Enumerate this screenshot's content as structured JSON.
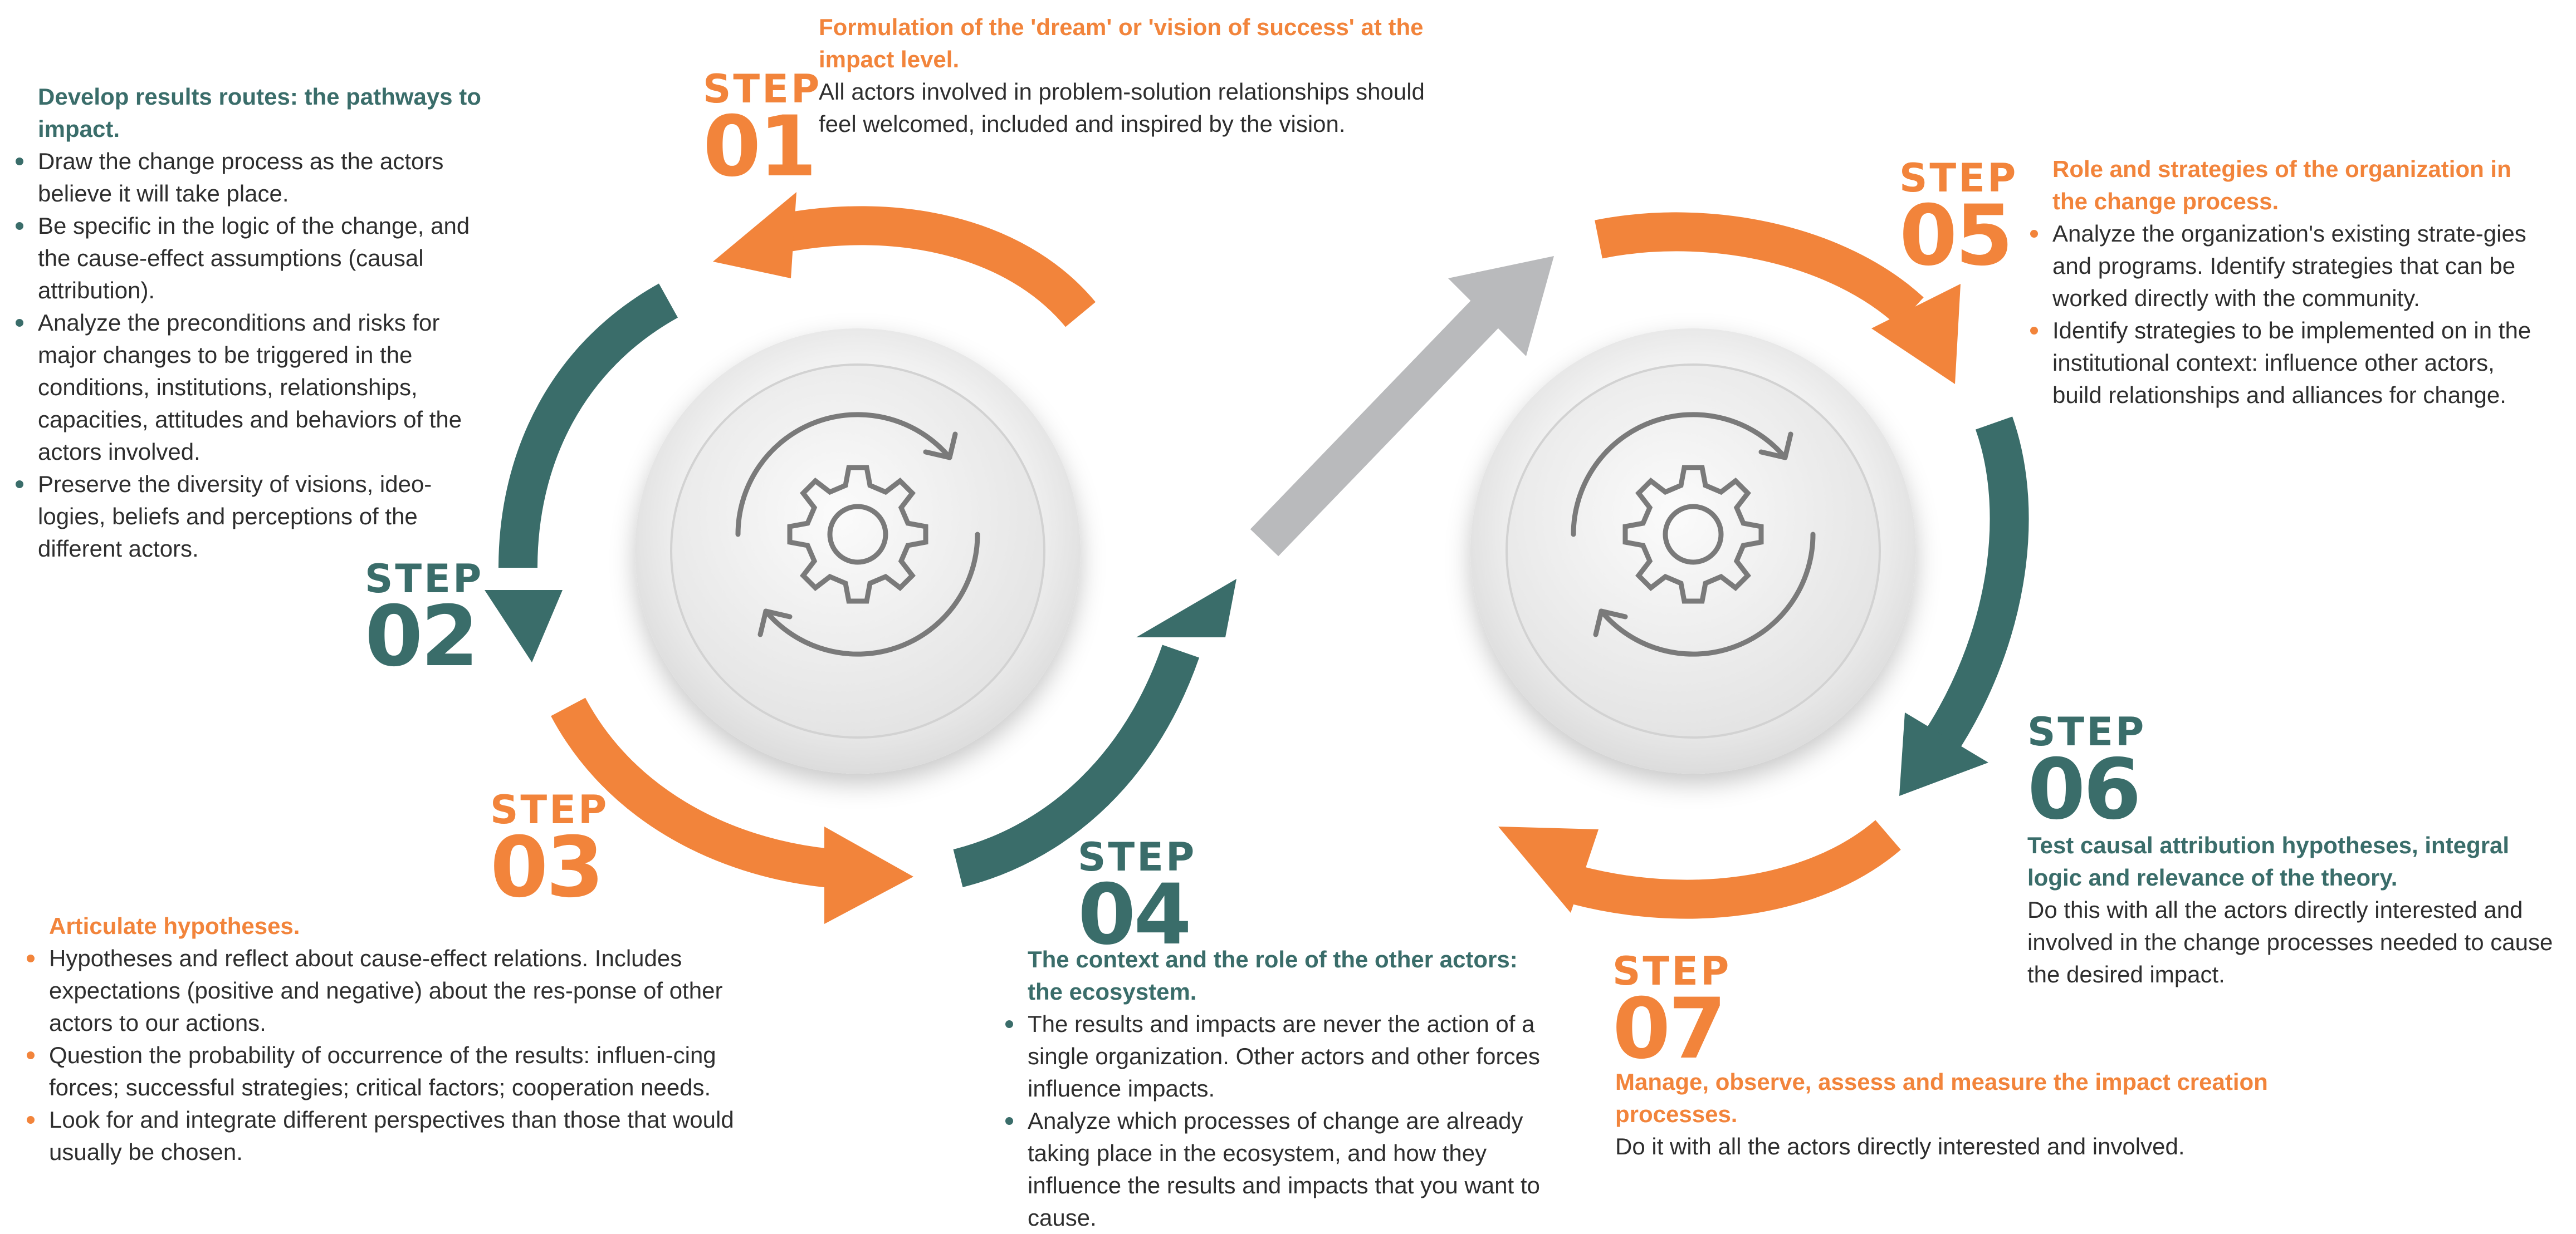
{
  "colors": {
    "orange": "#f2843b",
    "teal": "#3a6d6a",
    "gray": "#b9babc"
  },
  "icons": [
    "gear-cycle-icon-left",
    "gear-cycle-icon-right"
  ],
  "steps": [
    {
      "word": "STEP",
      "num": "01",
      "color": "orange",
      "title": "Formulation of the 'dream' or 'vision of success' at the impact level.",
      "body": "All actors involved in problem-solution relationships should feel welcomed, included and inspired by the vision."
    },
    {
      "word": "STEP",
      "num": "02",
      "color": "teal",
      "title": "Develop results routes: the pathways to impact.",
      "bullets": [
        "Draw the change process as the actors believe it will take place.",
        "Be specific in the logic of the change, and the cause-effect assumptions (causal attribution).",
        "Analyze the preconditions and risks for major changes to be triggered in the conditions, institutions, relationships, capacities, attitudes and behaviors of the actors involved.",
        "Preserve the diversity of visions, ideo-logies, beliefs and perceptions of the different actors."
      ]
    },
    {
      "word": "STEP",
      "num": "03",
      "color": "orange",
      "title": "Articulate hypotheses.",
      "bullets": [
        "Hypotheses and reflect about cause-effect relations. Includes expectations (positive and negative) about the res-ponse of other actors to our actions.",
        "Question the probability of occurrence of the results: influen-cing forces; successful strategies; critical factors; cooperation needs.",
        "Look for and integrate different perspectives than those that would usually be chosen."
      ]
    },
    {
      "word": "STEP",
      "num": "04",
      "color": "teal",
      "title": "The context and the role of the other actors: the ecosystem.",
      "bullets": [
        "The results and impacts are never the action of a single organization. Other actors and other forces influence impacts.",
        "Analyze which processes of change are already taking place in the ecosystem, and how they influence the results and impacts that you want to cause."
      ]
    },
    {
      "word": "STEP",
      "num": "05",
      "color": "orange",
      "title": "Role and strategies of the organization in the change process.",
      "bullets": [
        "Analyze the organization's existing strate-gies and programs. Identify strategies that can be worked directly with the community.",
        "Identify strategies to be implemented on in the institutional context: influence other actors, build relationships and alliances for change."
      ]
    },
    {
      "word": "STEP",
      "num": "06",
      "color": "teal",
      "title": "Test causal attribution hypotheses, integral logic and relevance of the theory.",
      "body": "Do this with all the actors directly interested and involved in the change processes needed to cause the desired impact."
    },
    {
      "word": "STEP",
      "num": "07",
      "color": "orange",
      "title": "Manage, observe, assess and measure the impact creation processes.",
      "body": "Do it with all the actors directly interested and involved."
    }
  ]
}
